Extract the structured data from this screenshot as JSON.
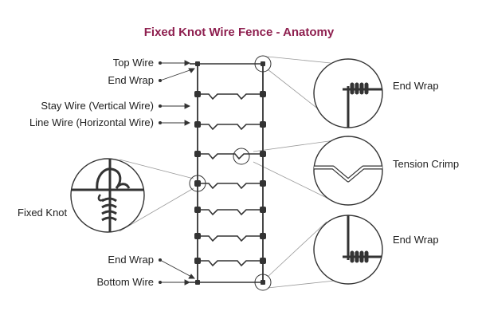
{
  "title": "Fixed Knot Wire Fence - Anatomy",
  "colors": {
    "title": "#8e1f4f",
    "wire": "#333333",
    "leader": "#999999",
    "text": "#222222"
  },
  "labels": {
    "top_wire": "Top Wire",
    "end_wrap_top": "End Wrap",
    "stay_wire": "Stay Wire (Vertical Wire)",
    "line_wire": "Line Wire (Horizontal Wire)",
    "fixed_knot": "Fixed Knot",
    "end_wrap_bottom": "End Wrap",
    "bottom_wire": "Bottom Wire",
    "detail_end_wrap_top": "End Wrap",
    "detail_tension_crimp": "Tension Crimp",
    "detail_end_wrap_bottom": "End Wrap"
  },
  "icons": [
    "end-wrap-detail-icon",
    "tension-crimp-detail-icon",
    "fixed-knot-detail-icon"
  ]
}
